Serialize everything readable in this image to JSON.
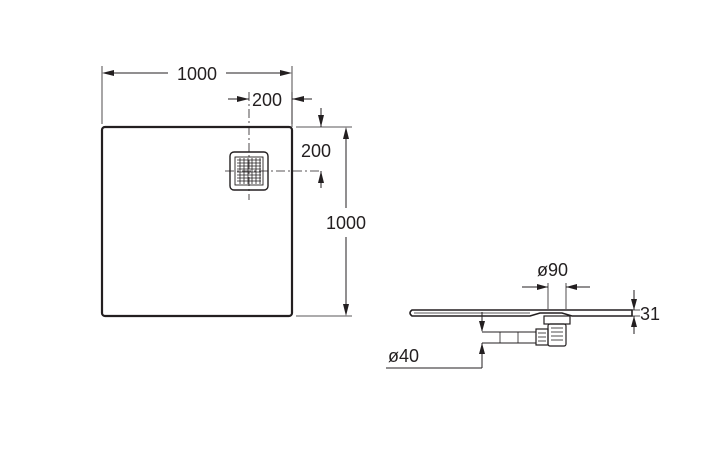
{
  "plan_view": {
    "width_label": "1000",
    "depth_label": "1000",
    "drain_offset_x_label": "200",
    "drain_offset_y_label": "200"
  },
  "section_view": {
    "drain_diameter_label": "ø90",
    "outlet_diameter_label": "ø40",
    "height_label": "31"
  },
  "colors": {
    "ink": "#231f20",
    "background": "#ffffff"
  }
}
